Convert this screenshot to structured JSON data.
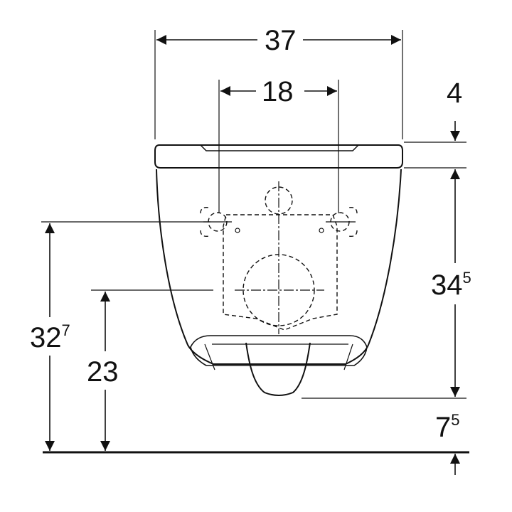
{
  "dimensions": {
    "total_width": {
      "main": "37",
      "sup": ""
    },
    "fixing_spacing": {
      "main": "18",
      "sup": ""
    },
    "seat_thickness": {
      "main": "4",
      "sup": ""
    },
    "bowl_height": {
      "main": "34",
      "sup": "5"
    },
    "fixing_height": {
      "main": "32",
      "sup": "7"
    },
    "outlet_height": {
      "main": "23",
      "sup": ""
    },
    "floor_clearance": {
      "main": "7",
      "sup": "5"
    }
  }
}
